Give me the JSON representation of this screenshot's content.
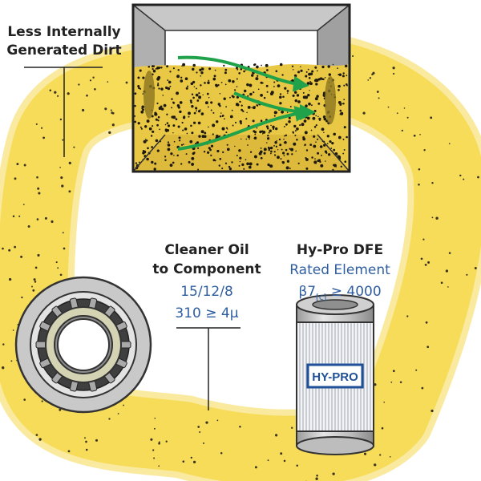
{
  "labels": {
    "dirt_line1": "Less Internally",
    "dirt_line2": "Generated Dirt",
    "cleaner_line1": "Cleaner Oil",
    "cleaner_line2": "to Component",
    "iso_code": "15/12/8",
    "beta_rating": "310 ≥ 4μ",
    "filter_title": "Hy-Pro DFE",
    "filter_line2": "Rated Element",
    "beta_prefix": "β7",
    "beta_sub": "[c]",
    "beta_suffix": " ≥ 4000",
    "filter_badge": "HY-PRO"
  },
  "colors": {
    "oil": "#f7dc5a",
    "oil_edge": "#f1cf3a",
    "label_blue": "#2f5ea0",
    "flow_arrow": "#1fa24a",
    "tank_frame": "#333333"
  }
}
